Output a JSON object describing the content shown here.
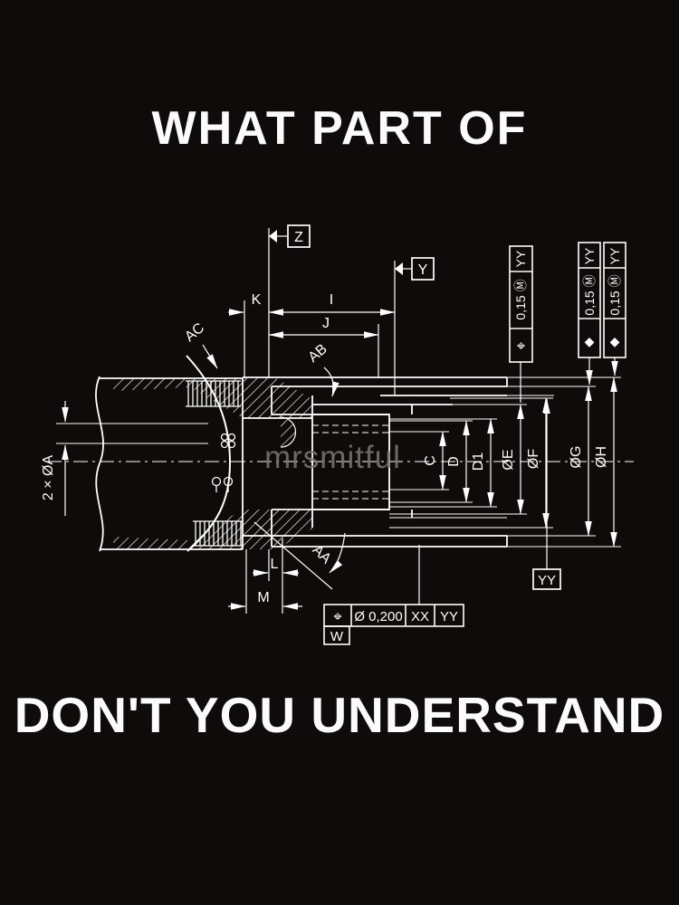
{
  "poster": {
    "top_text": "WHAT PART OF",
    "bottom_text": "DON'T YOU UNDERSTAND",
    "watermark": "mrsmitful",
    "background_color": "#0e0b0a",
    "line_color": "#ffffff"
  },
  "drawing": {
    "datums": {
      "z": "Z",
      "y": "Y",
      "yy_box": "YY"
    },
    "labels": {
      "k": "K",
      "i": "I",
      "j": "J",
      "ab": "AB",
      "ac": "AC",
      "aa": "AA",
      "c": "C",
      "d": "D",
      "d1": "D1",
      "oe": "ØE",
      "of": "ØF",
      "og": "ØG",
      "oh": "ØH",
      "l": "L",
      "m": "M",
      "two_holes": "2 × ØA"
    },
    "fcf": {
      "v1": {
        "symbol": "⌖",
        "tolerance": "0,15 Ⓜ",
        "datum": "YY"
      },
      "v2": {
        "symbol": "◆",
        "tolerance": "0,15 Ⓜ",
        "datum": "YY"
      },
      "v3": {
        "symbol": "◆",
        "tolerance": "0,15 Ⓜ",
        "datum": "YY"
      },
      "bottom": {
        "symbol": "⌖",
        "tolerance": "Ø 0,200",
        "datum1": "XX",
        "datum2": "YY",
        "datum_flag": "W"
      }
    }
  }
}
